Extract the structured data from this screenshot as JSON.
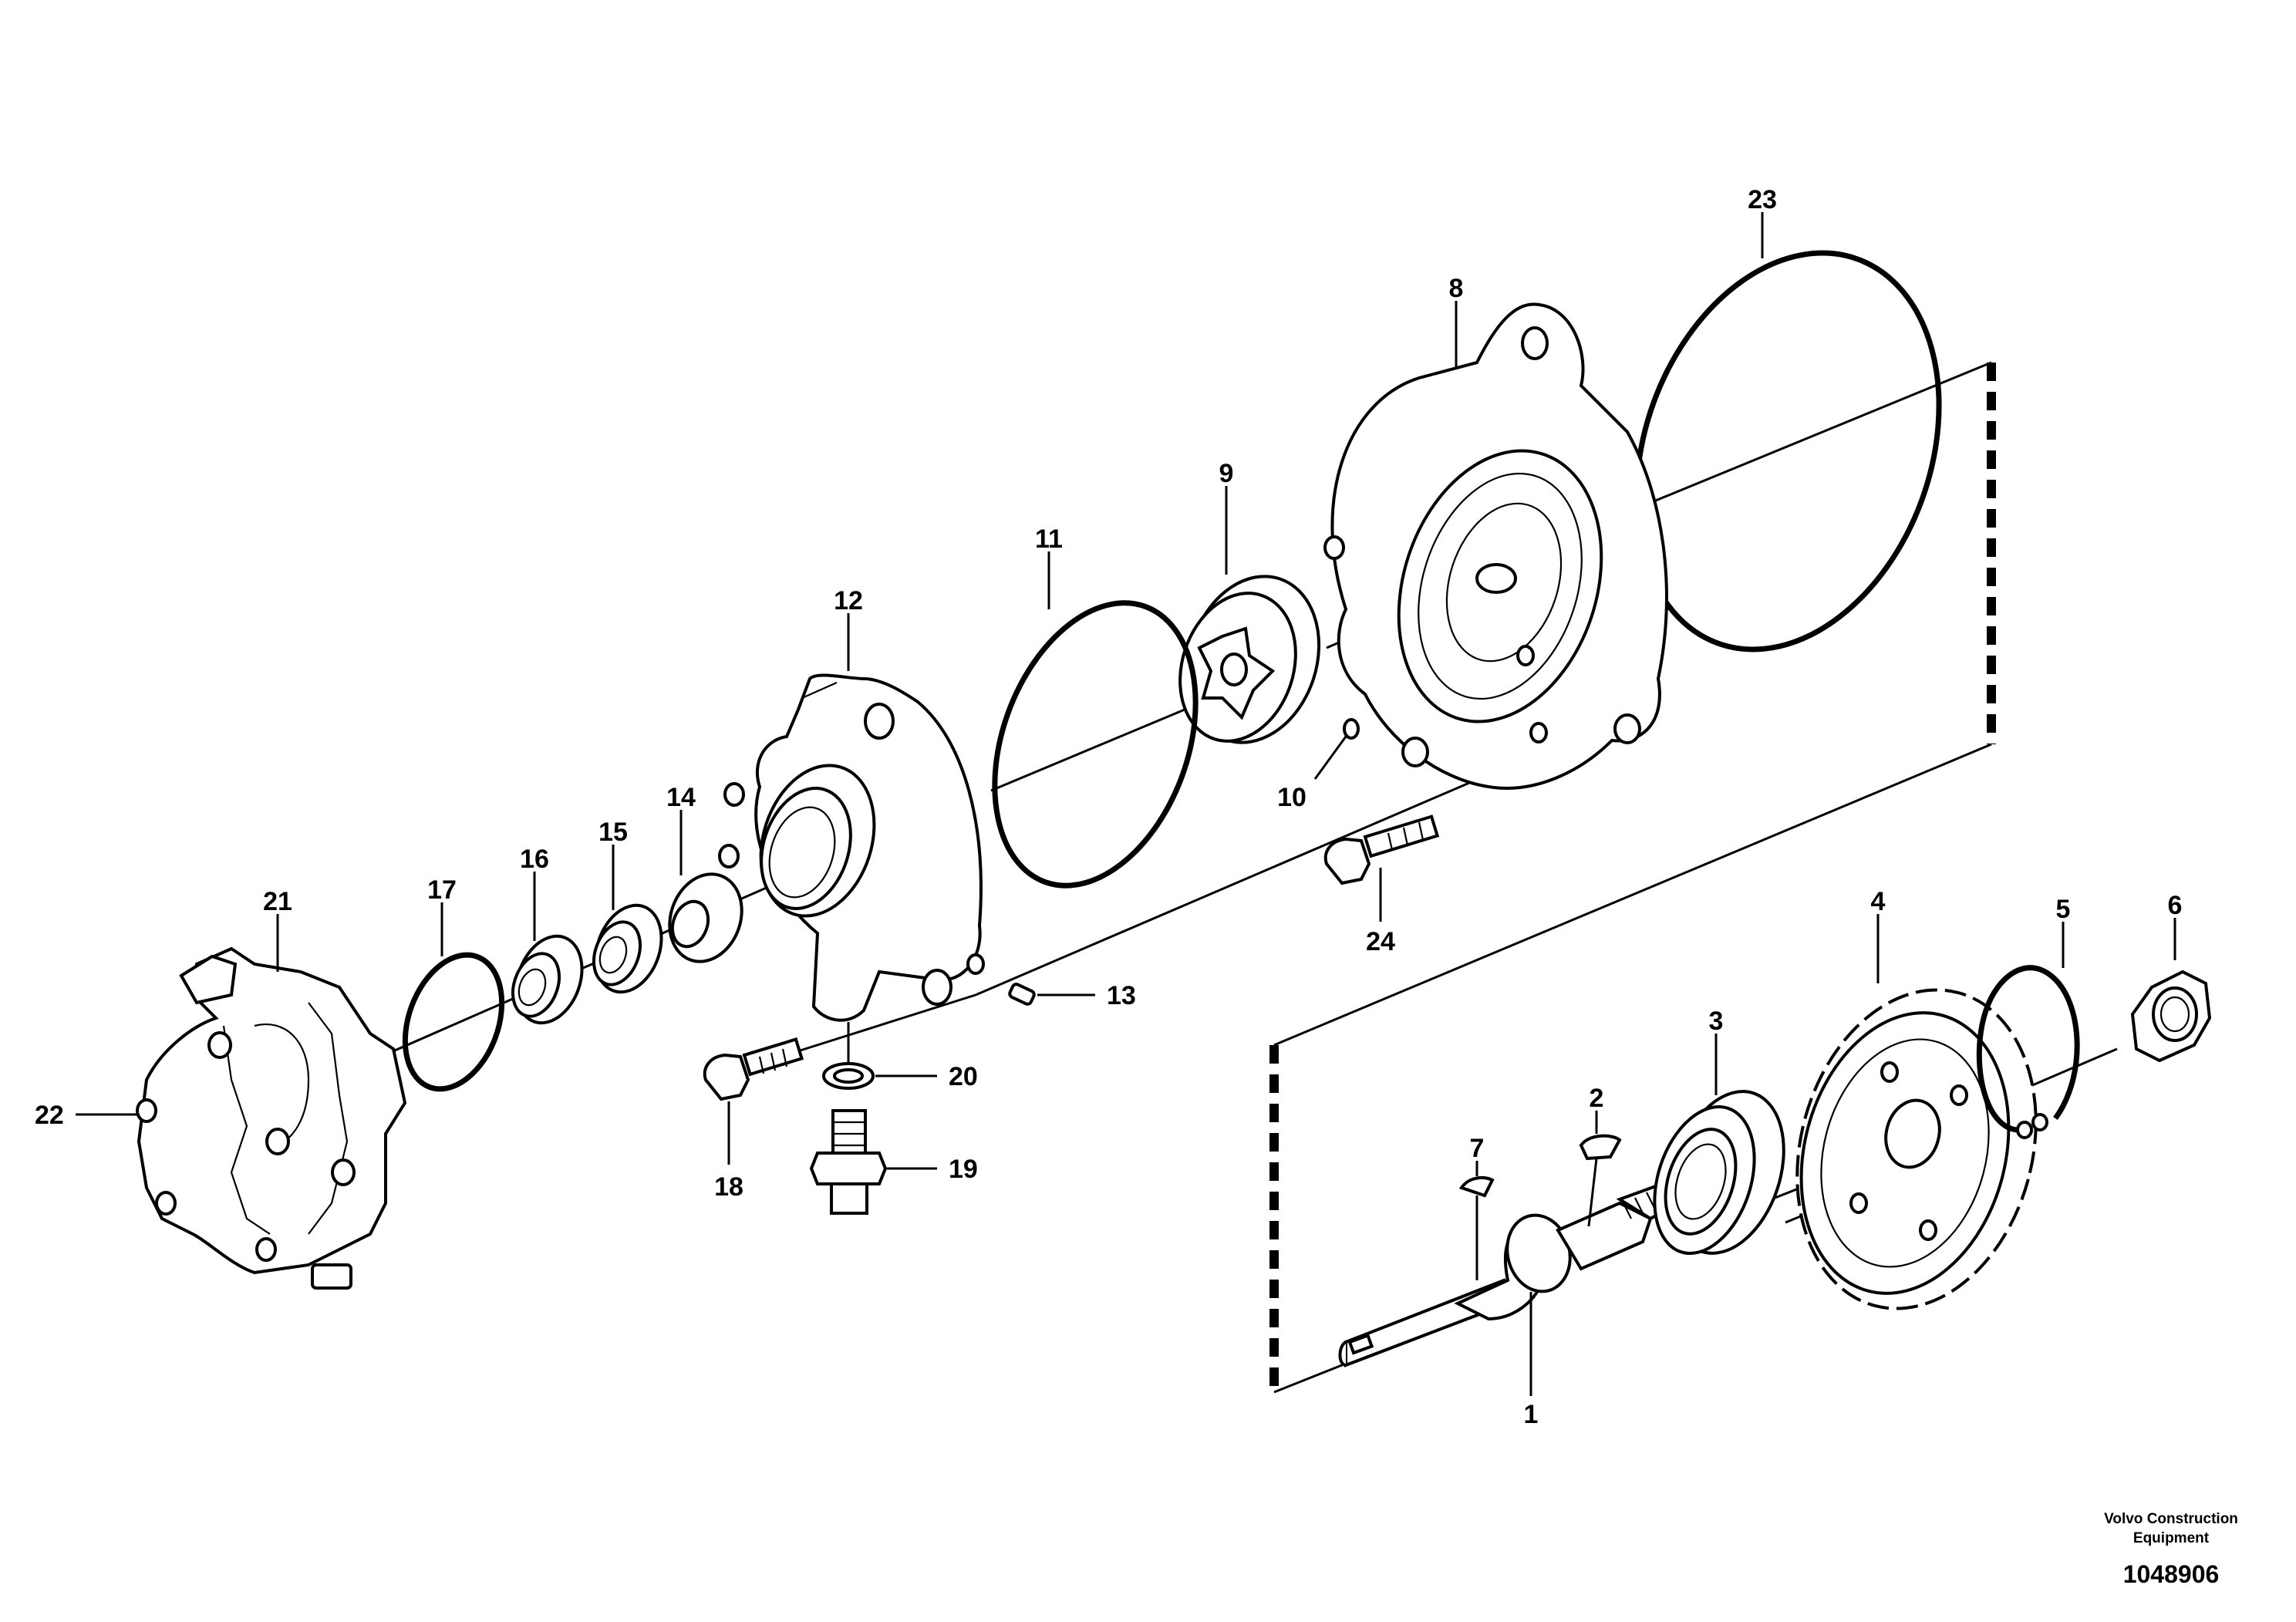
{
  "callouts": [
    {
      "id": "c1",
      "text": "1"
    },
    {
      "id": "c2",
      "text": "2"
    },
    {
      "id": "c3",
      "text": "3"
    },
    {
      "id": "c4",
      "text": "4"
    },
    {
      "id": "c5",
      "text": "5"
    },
    {
      "id": "c6",
      "text": "6"
    },
    {
      "id": "c7",
      "text": "7"
    },
    {
      "id": "c8",
      "text": "8"
    },
    {
      "id": "c9",
      "text": "9"
    },
    {
      "id": "c10",
      "text": "10"
    },
    {
      "id": "c11",
      "text": "11"
    },
    {
      "id": "c12",
      "text": "12"
    },
    {
      "id": "c13",
      "text": "13"
    },
    {
      "id": "c14",
      "text": "14"
    },
    {
      "id": "c15",
      "text": "15"
    },
    {
      "id": "c16",
      "text": "16"
    },
    {
      "id": "c17",
      "text": "17"
    },
    {
      "id": "c18",
      "text": "18"
    },
    {
      "id": "c19",
      "text": "19"
    },
    {
      "id": "c20",
      "text": "20"
    },
    {
      "id": "c21",
      "text": "21"
    },
    {
      "id": "c22",
      "text": "22"
    },
    {
      "id": "c23",
      "text": "23"
    },
    {
      "id": "c24",
      "text": "24"
    }
  ],
  "credit": {
    "line1": "Volvo Construction",
    "line2": "Equipment",
    "drawing_number": "1048906"
  }
}
